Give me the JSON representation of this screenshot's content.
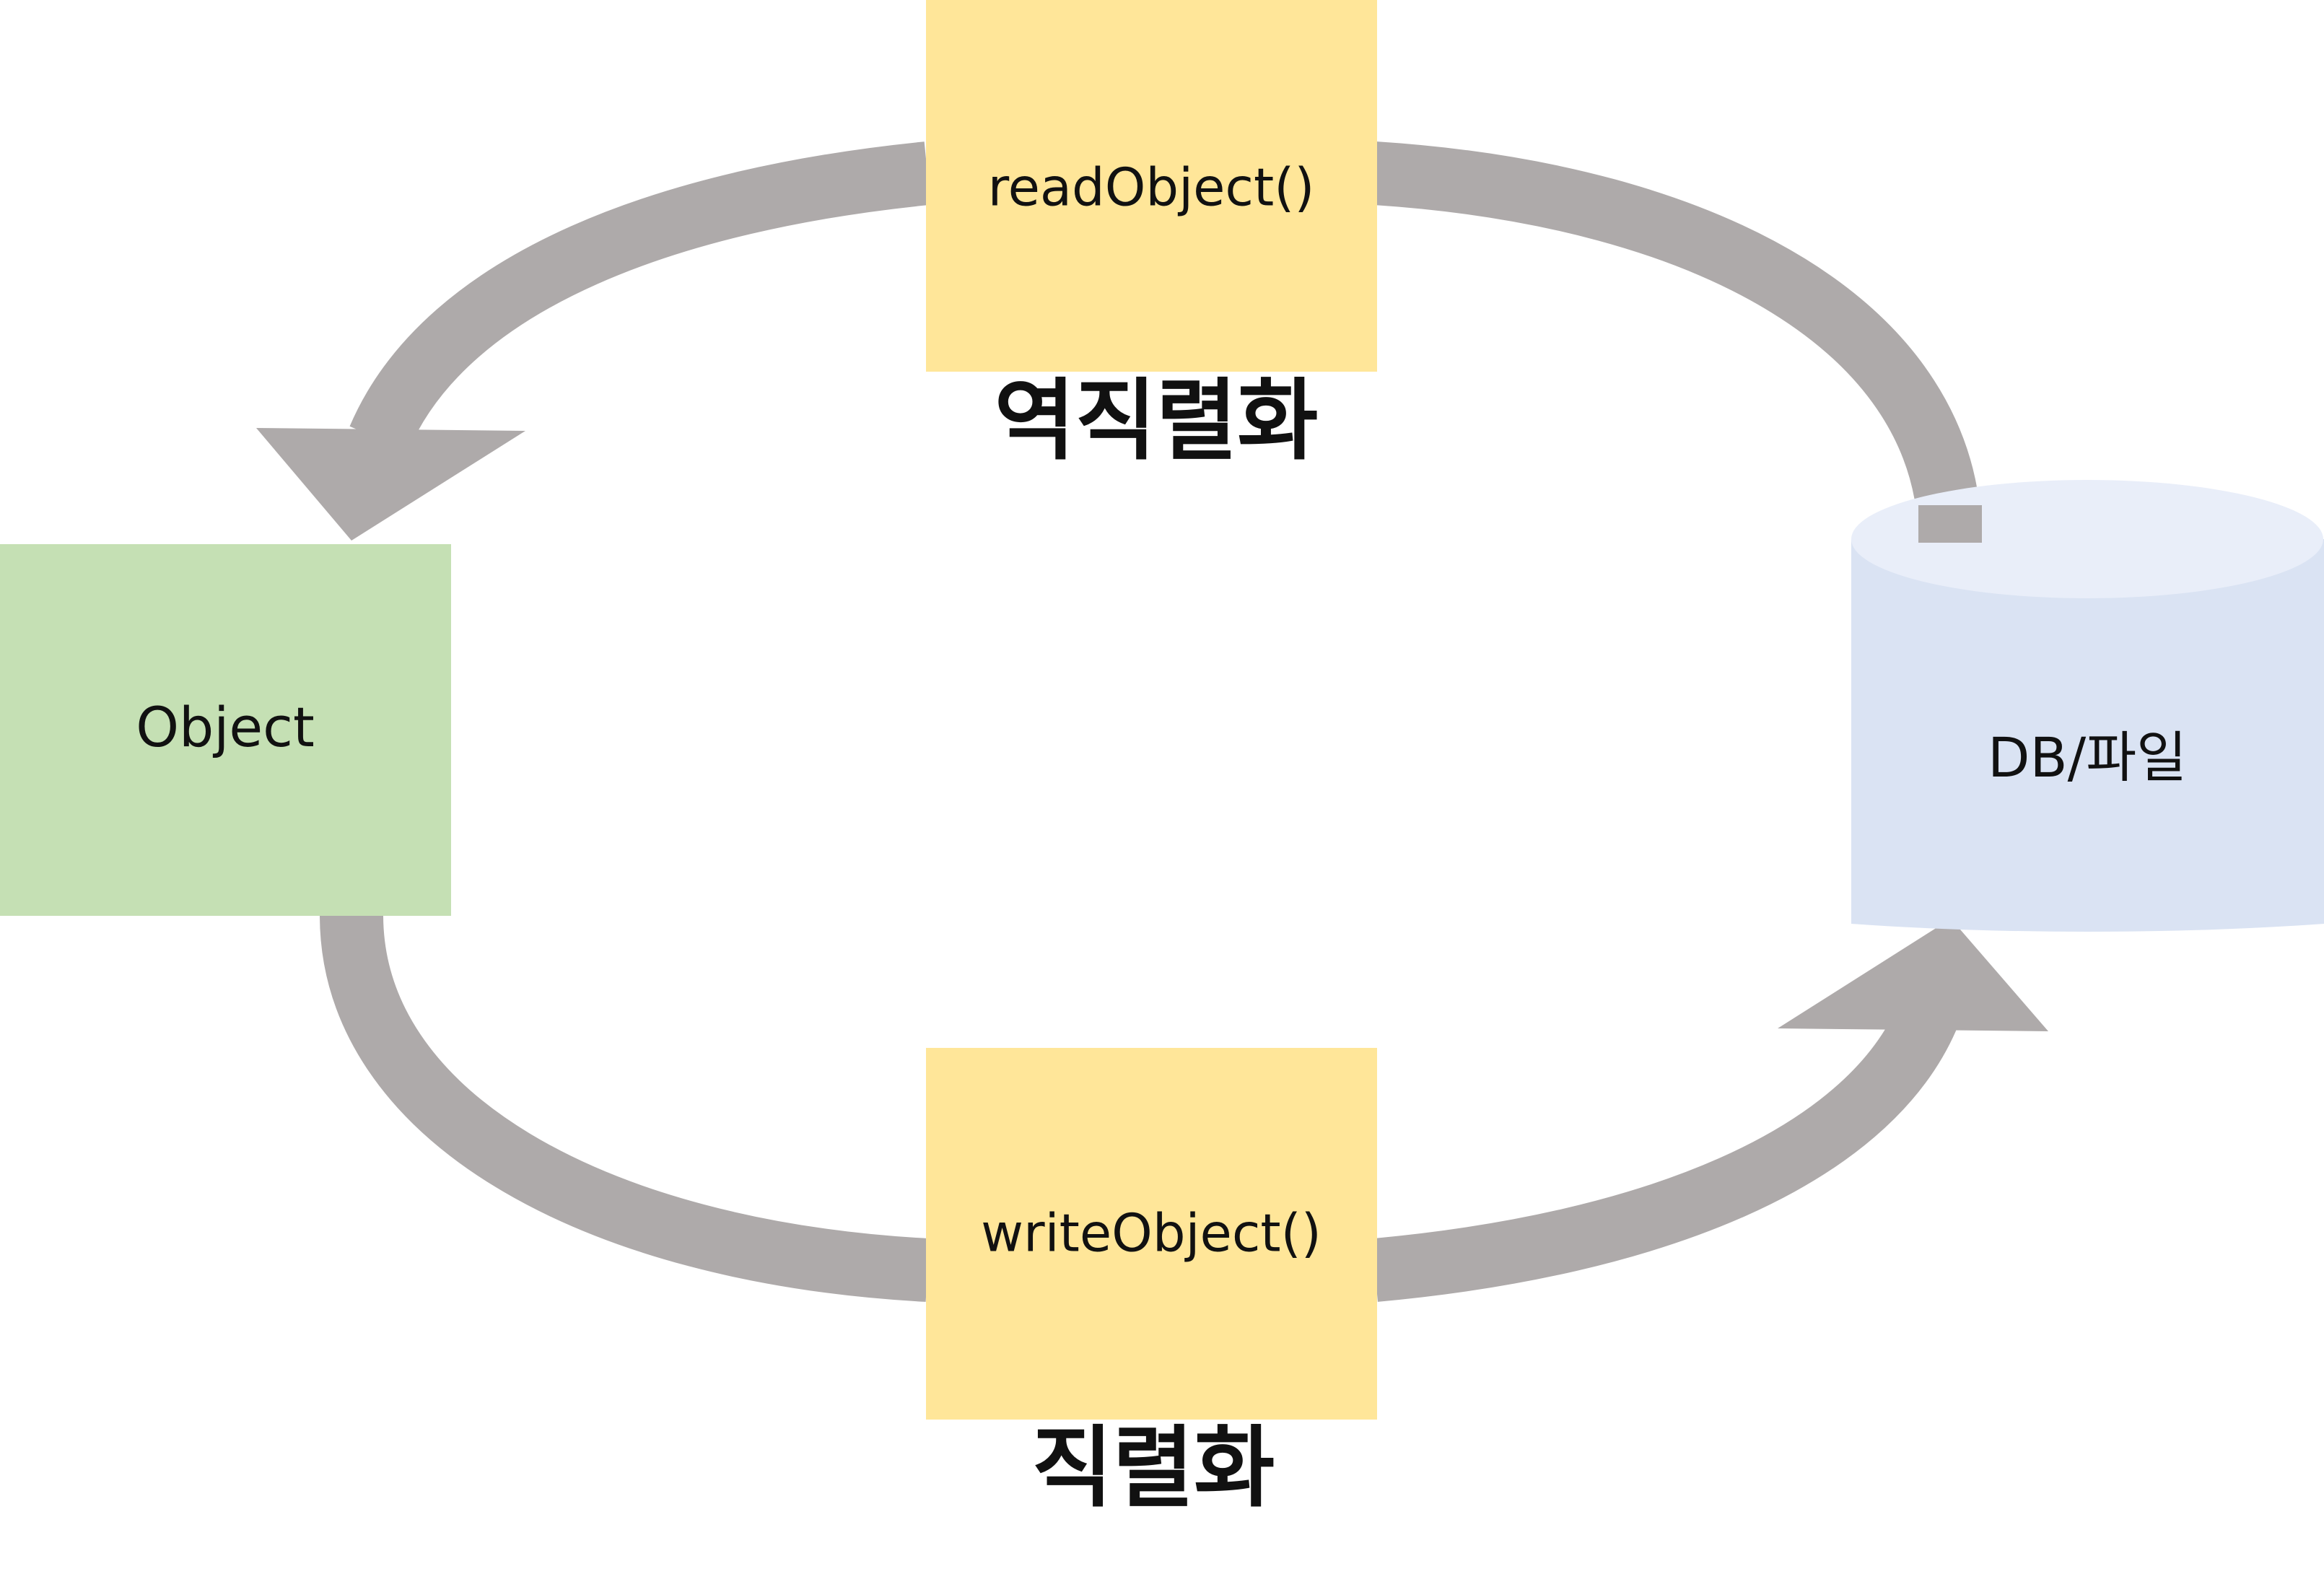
{
  "nodes": {
    "object": {
      "label": "Object"
    },
    "storage": {
      "label": "DB/파일"
    }
  },
  "processes": {
    "read": {
      "label": "readObject()",
      "caption": "역직렬화"
    },
    "write": {
      "label": "writeObject()",
      "caption": "직렬화"
    }
  },
  "colors": {
    "background": "#ffffff",
    "arrow": "#aeaaaa",
    "process_box": "#ffe699",
    "object_box": "#c5e0b4",
    "cylinder_body": "#dae3f3",
    "cylinder_top": "#e9eef9",
    "text": "#111111"
  }
}
